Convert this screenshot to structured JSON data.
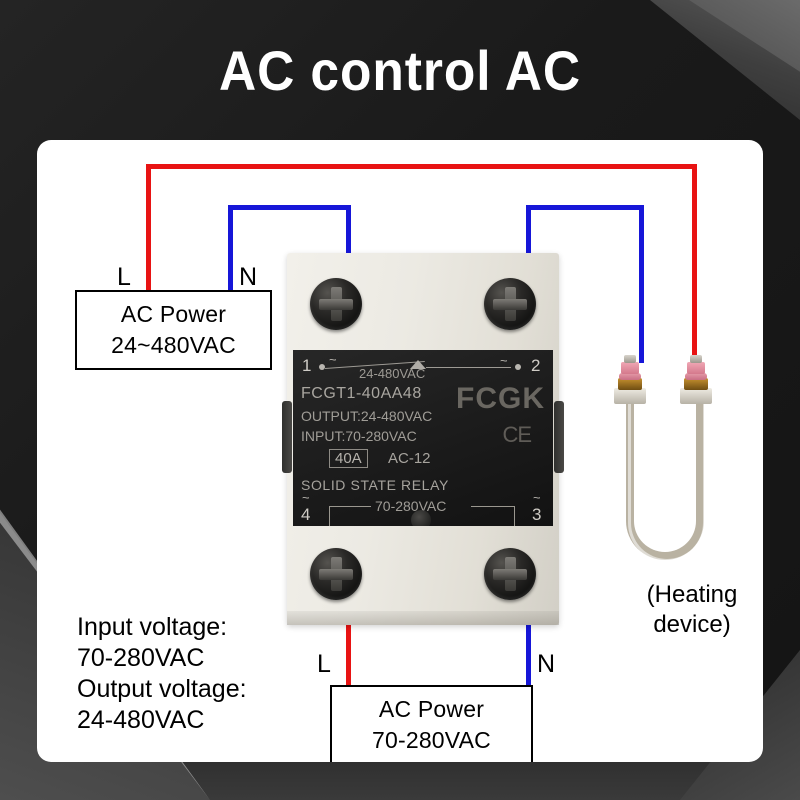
{
  "title": "AC control AC",
  "top_box": {
    "line1": "AC Power",
    "line2": "24~480VAC",
    "left_label": "L",
    "right_label": "N"
  },
  "bottom_box": {
    "line1": "AC Power",
    "line2": "70-280VAC",
    "left_label": "L",
    "right_label": "N"
  },
  "spec_block": {
    "line1": "Input voltage:",
    "line2": "70-280VAC",
    "line3": "Output voltage:",
    "line4": "24-480VAC"
  },
  "heating_device": {
    "line1": "(Heating",
    "line2": "device)"
  },
  "relay_label": {
    "terminal_1": "1",
    "terminal_2": "2",
    "terminal_3": "3",
    "terminal_4": "4",
    "output_schematic_voltage": "24-480VAC",
    "input_schematic_voltage": "70-280VAC",
    "model": "FCGT1-40AA48",
    "output": "OUTPUT:24-480VAC",
    "input": "INPUT:70-280VAC",
    "current": "40A",
    "utilization_category": "AC-12",
    "type": "SOLID STATE RELAY",
    "brand": "FCGK",
    "certification": "CE",
    "tilde": "~"
  },
  "colors": {
    "wire_live": "#e81313",
    "wire_neutral": "#1616d8",
    "backdrop": "#1c1c1c",
    "card": "#ffffff",
    "relay_body": "#ecead3",
    "relay_label": "#1b1b1b"
  }
}
